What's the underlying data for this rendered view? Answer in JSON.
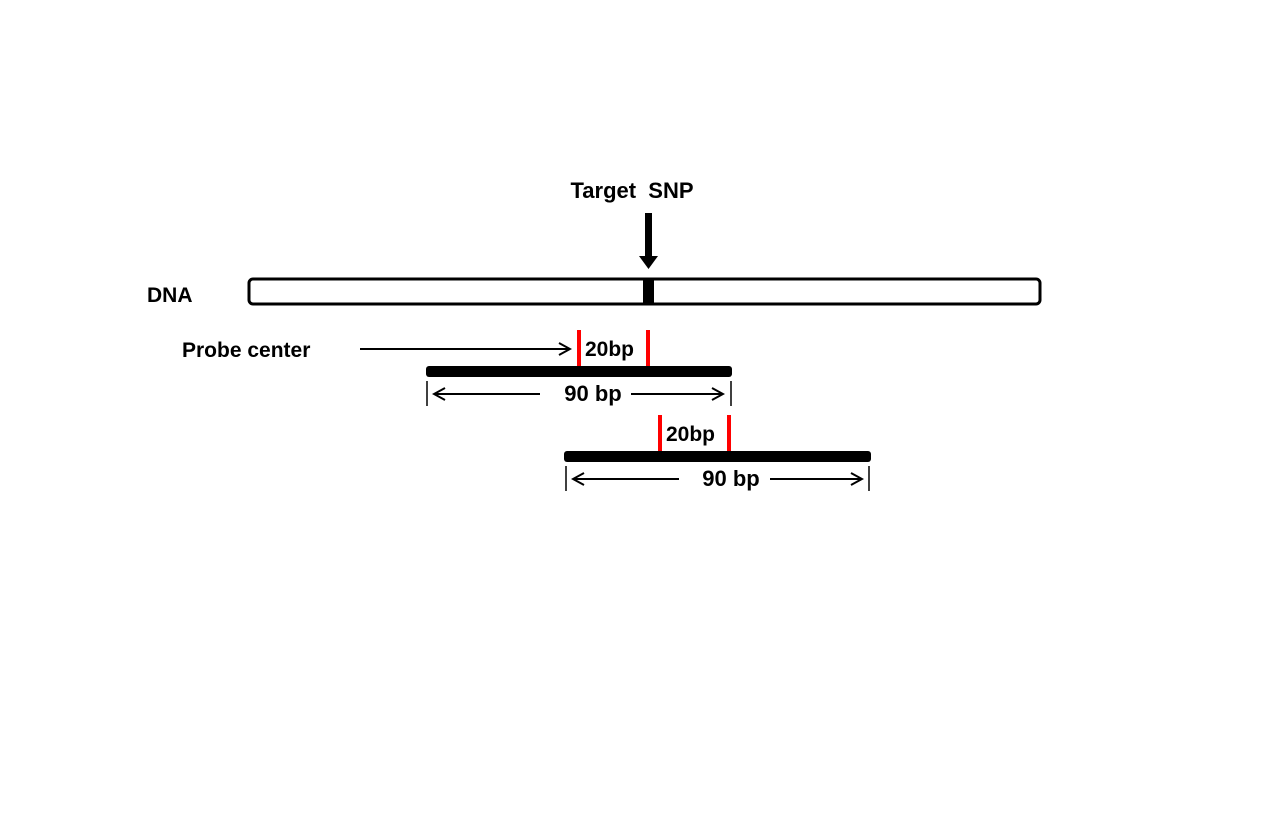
{
  "target_label": "Target  SNP",
  "dna_label": "DNA",
  "probe_center_label": "Probe center",
  "probes": [
    {
      "window_label": "20bp",
      "length_label": "90 bp"
    },
    {
      "window_label": "20bp",
      "length_label": "90 bp"
    }
  ],
  "colors": {
    "marker": "#ff0000",
    "line": "#000000"
  }
}
